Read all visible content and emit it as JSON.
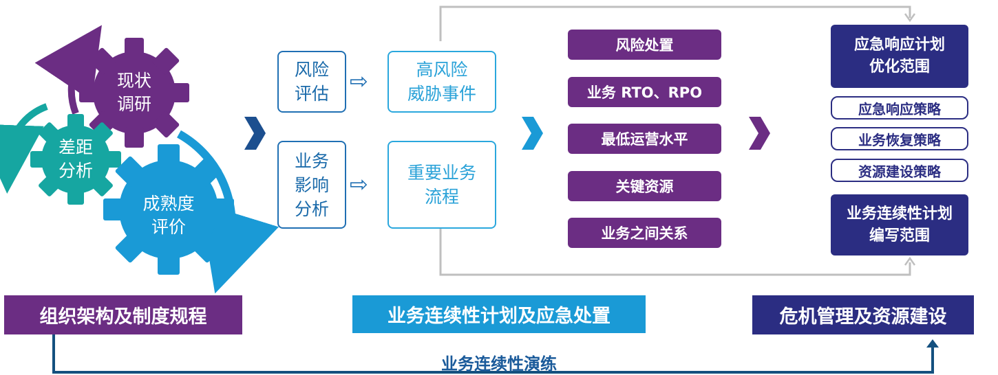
{
  "colors": {
    "purple": "#6b2d83",
    "teal": "#16a6a1",
    "blue": "#1a9ad6",
    "navy": "#2b2d82",
    "outline_blue": "#1f6fb3",
    "outline_light": "#2aa7dd",
    "connector_gray": "#bfbfbf",
    "drill_line": "#14507f"
  },
  "gears": {
    "status_research": "现状\n调研",
    "gap_analysis": "差距\n分析",
    "maturity_assessment": "成熟度\n评价"
  },
  "analysis": {
    "risk_assessment": "风险\n评估",
    "business_impact": "业务\n影响\n分析",
    "high_risk_events": "高风险\n威胁事件",
    "key_processes": "重要业务\n流程",
    "hollow_arrow": "⇨"
  },
  "outputs": [
    "风险处置",
    "业务 RTO、RPO",
    "最低运营水平",
    "关键资源",
    "业务之间关系"
  ],
  "plans": {
    "emergency_scope": "应急响应计划\n优化范围",
    "strategies": [
      "应急响应策略",
      "业务恢复策略",
      "资源建设策略"
    ],
    "bcp_scope": "业务连续性计划\n编写范围"
  },
  "banners": {
    "org": "组织架构及制度规程",
    "bcp": "业务连续性计划及应急处置",
    "crisis": "危机管理及资源建设"
  },
  "drill": "业务连续性演练"
}
